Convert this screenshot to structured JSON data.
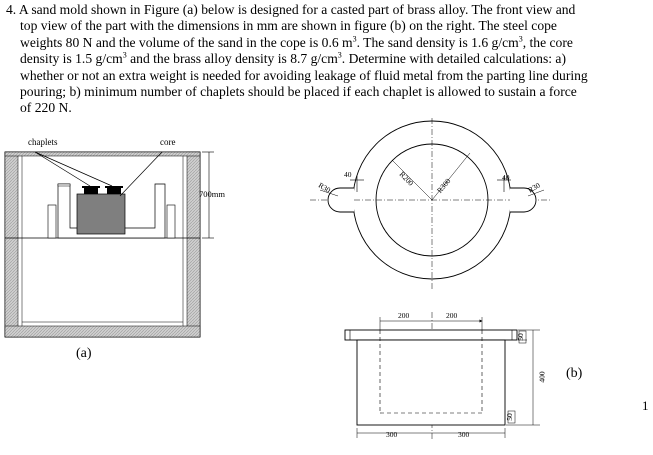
{
  "problem": {
    "number": "4.",
    "line1": "A sand mold shown in Figure (a) below is designed for a casted part of brass alloy. The front view and",
    "line2": "top view of the part with the dimensions in mm are shown in figure (b) on the right. The steel cope",
    "line3a": "weights 80 N and the volume of the sand in the cope is 0.6 m",
    "line3b": ". The sand density is 1.6 g/cm",
    "line3c": ", the core",
    "line4a": "density is 1.5 g/cm",
    "line4b": " and the brass alloy density is 8.7 g/cm",
    "line4c": ".  Determine with detailed calculations: a)",
    "line5": "whether or not an extra weight is needed for avoiding leakage of fluid metal from the parting line during",
    "line6": "pouring; b) minimum number of chaplets should be placed if each chaplet is allowed to sustain a force",
    "line7": "of 220 N.",
    "sup": "3"
  },
  "figure_a": {
    "label_chaplets": "chaplets",
    "label_core": "core",
    "dim_height": "700mm",
    "caption": "(a)"
  },
  "figure_b": {
    "r30_left": "R30",
    "r30_right": "R30",
    "r200": "R200",
    "r300": "R300",
    "w40_left": "40",
    "w40_right": "40",
    "dim_200_left": "200",
    "dim_200_right": "200",
    "dim_300_left": "300",
    "dim_300_right": "300",
    "dim_400": "400",
    "dim_50_top": "50",
    "dim_50_bottom": "50",
    "caption": "(b)"
  },
  "page_number": "1"
}
